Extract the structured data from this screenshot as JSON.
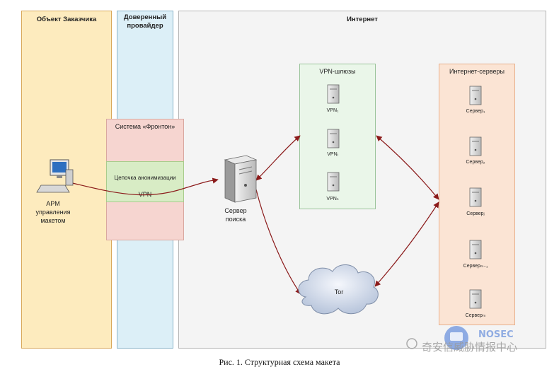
{
  "zones": {
    "customer": {
      "title": "Объект Заказчика"
    },
    "provider": {
      "title": "Доверенный провайдер"
    },
    "internet": {
      "title": "Интернет"
    }
  },
  "fronton": {
    "title": "Система «Фронтон»",
    "chain": "Цепочка анонимизации",
    "vpn": "VPN"
  },
  "arm": {
    "label": "АРМ управления макетом"
  },
  "search_server": {
    "label": "Сервер поиска"
  },
  "vpn_gateways": {
    "title": "VPN-шлюзы",
    "items": [
      "VPN₁",
      "VPNᵢ",
      "VPNₙ"
    ]
  },
  "internet_servers": {
    "title": "Интернет-серверы",
    "items": [
      "Сервер₁",
      "Сервер₂",
      "Серверⱼ",
      "Серверₘ₋₁",
      "Серверₘ"
    ]
  },
  "tor": {
    "label": "Tor"
  },
  "caption": "Рис. 1. Структурная схема макета",
  "watermark": {
    "brand": "NOSEC",
    "text": "奇安信威胁情报中心"
  },
  "colors": {
    "customer_fill": "#fdebbe",
    "customer_border": "#d9a85a",
    "provider_fill": "#dceff7",
    "provider_border": "#8ab4c9",
    "internet_fill": "#f4f4f4",
    "internet_border": "#b5b5b5",
    "fronton_fill": "#f6d5d0",
    "fronton_border": "#d9a8a0",
    "chain_fill": "#d8ecc5",
    "gateway_fill": "#eaf6e9",
    "servers_fill": "#fbe4d4",
    "servers_border": "#e8b08c",
    "arrow_color": "#8b1a1a"
  },
  "icons": [
    "workstation-icon",
    "server-icon",
    "cloud-icon"
  ]
}
